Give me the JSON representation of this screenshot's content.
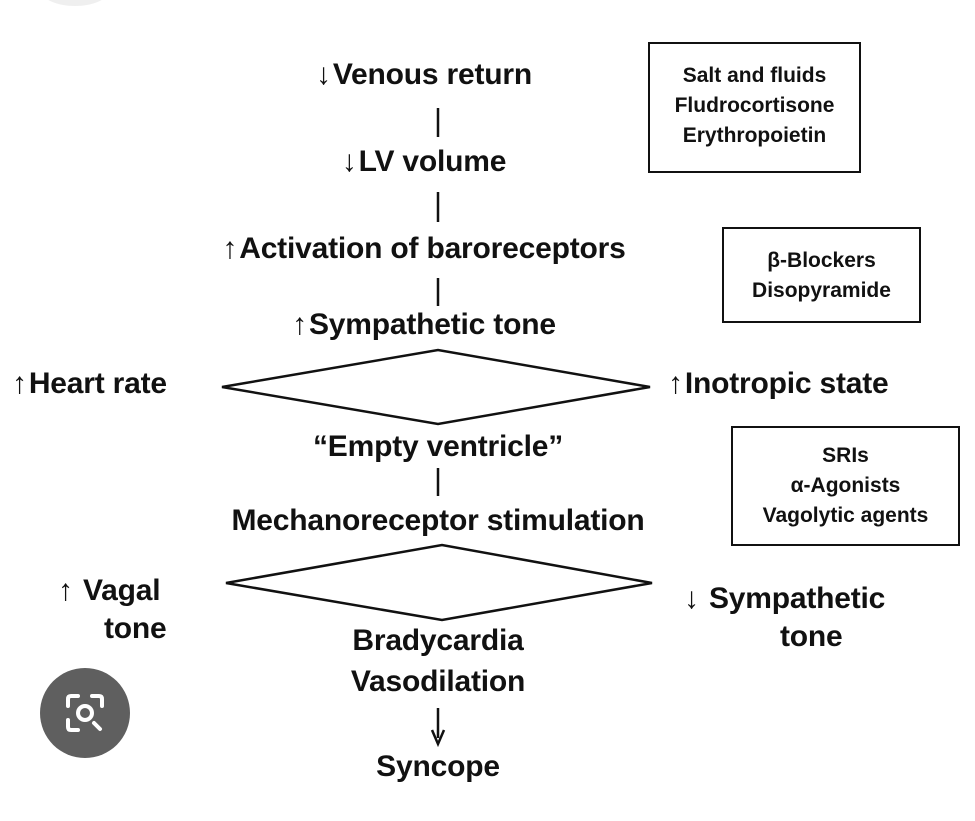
{
  "nodes": {
    "venous_return": {
      "arrow": "↓",
      "text": "Venous return"
    },
    "lv_volume": {
      "arrow": "↓",
      "text": "LV volume"
    },
    "baroreceptors": {
      "arrow": "↑",
      "text": "Activation of baroreceptors"
    },
    "sympathetic_tone": {
      "arrow": "↑",
      "text": "Sympathetic tone"
    },
    "heart_rate": {
      "arrow": "↑",
      "text": "Heart rate"
    },
    "inotropic_state": {
      "arrow": "↑",
      "text": "Inotropic state"
    },
    "empty_ventricle": {
      "text": "“Empty ventricle”"
    },
    "mechanoreceptor": {
      "text": "Mechanoreceptor stimulation"
    },
    "vagal_tone": {
      "arrow": "↑",
      "line1": "Vagal",
      "line2": "tone"
    },
    "sympathetic_tone_down": {
      "arrow": "↓",
      "line1": "Sympathetic",
      "line2": "tone"
    },
    "bradycardia": {
      "text": "Bradycardia"
    },
    "vasodilation": {
      "text": "Vasodilation"
    },
    "syncope": {
      "text": "Syncope"
    }
  },
  "treatment_boxes": [
    {
      "lines": [
        "Salt and fluids",
        "Fludrocortisone",
        "Erythropoietin"
      ]
    },
    {
      "lines": [
        "β-Blockers",
        "Disopyramide"
      ]
    },
    {
      "lines": [
        "SRIs",
        "α-Agonists",
        "Vagolytic agents"
      ]
    }
  ],
  "icons": {
    "lens": "image-search-icon"
  }
}
